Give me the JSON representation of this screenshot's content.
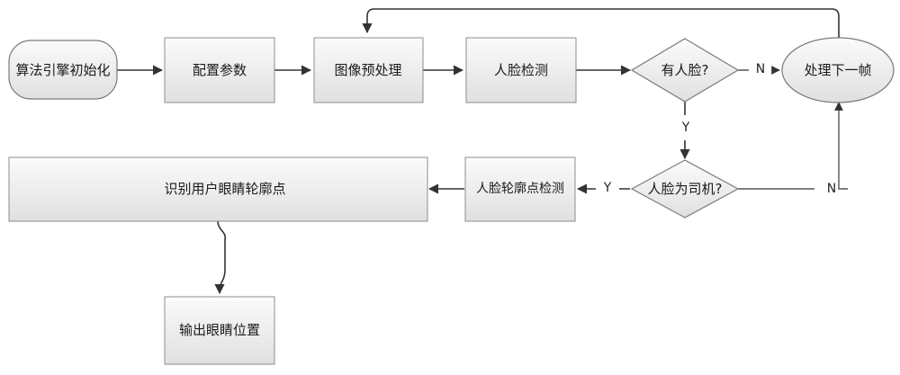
{
  "nodes": {
    "init": "算法引擎初始化",
    "config": "配置参数",
    "preprocess": "图像预处理",
    "face_detect": "人脸检测",
    "has_face": "有人脸?",
    "next_frame": "处理下一帧",
    "is_driver": "人脸为司机?",
    "contour_detect": "人脸轮廓点检测",
    "eye_contour": "识别用户眼睛轮廓点",
    "output": "输出眼睛位置"
  },
  "edge_labels": {
    "has_face_no": "N",
    "has_face_yes": "Y",
    "is_driver_yes": "Y",
    "is_driver_no": "N"
  },
  "colors": {
    "box_fill_top": "#fafafa",
    "box_fill_bottom": "#e2e2e2",
    "box_border": "#8c8c8c",
    "arrow": "#333333"
  }
}
